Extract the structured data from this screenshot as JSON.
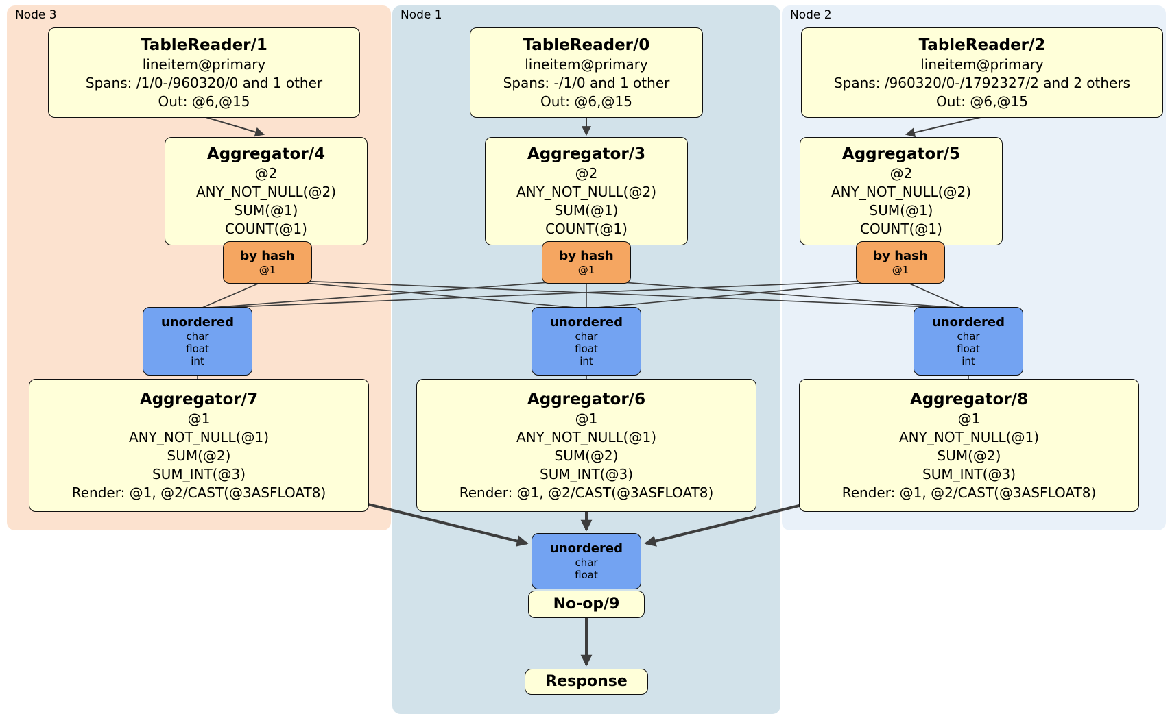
{
  "diagram": {
    "regions": [
      {
        "label": "Node 3"
      },
      {
        "label": "Node 1"
      },
      {
        "label": "Node 2"
      }
    ],
    "processors": {
      "tr1": {
        "title": "TableReader/1",
        "lines": [
          "lineitem@primary",
          "Spans: /1/0-/960320/0 and 1 other",
          "Out: @6,@15"
        ]
      },
      "tr0": {
        "title": "TableReader/0",
        "lines": [
          "lineitem@primary",
          "Spans: -/1/0 and 1 other",
          "Out: @6,@15"
        ]
      },
      "tr2": {
        "title": "TableReader/2",
        "lines": [
          "lineitem@primary",
          "Spans: /960320/0-/1792327/2 and 2 others",
          "Out: @6,@15"
        ]
      },
      "agg4": {
        "title": "Aggregator/4",
        "lines": [
          "@2",
          "ANY_NOT_NULL(@2)",
          "SUM(@1)",
          "COUNT(@1)"
        ]
      },
      "agg3": {
        "title": "Aggregator/3",
        "lines": [
          "@2",
          "ANY_NOT_NULL(@2)",
          "SUM(@1)",
          "COUNT(@1)"
        ]
      },
      "agg5": {
        "title": "Aggregator/5",
        "lines": [
          "@2",
          "ANY_NOT_NULL(@2)",
          "SUM(@1)",
          "COUNT(@1)"
        ]
      },
      "agg7": {
        "title": "Aggregator/7",
        "lines": [
          "@1",
          "ANY_NOT_NULL(@1)",
          "SUM(@2)",
          "SUM_INT(@3)",
          "Render: @1, @2/CAST(@3ASFLOAT8)"
        ]
      },
      "agg6": {
        "title": "Aggregator/6",
        "lines": [
          "@1",
          "ANY_NOT_NULL(@1)",
          "SUM(@2)",
          "SUM_INT(@3)",
          "Render: @1, @2/CAST(@3ASFLOAT8)"
        ]
      },
      "agg8": {
        "title": "Aggregator/8",
        "lines": [
          "@1",
          "ANY_NOT_NULL(@1)",
          "SUM(@2)",
          "SUM_INT(@3)",
          "Render: @1, @2/CAST(@3ASFLOAT8)"
        ]
      },
      "noop": {
        "title": "No-op/9"
      },
      "response": {
        "title": "Response"
      }
    },
    "routers": {
      "hashNode3": {
        "title": "by hash",
        "lines": [
          "@1"
        ]
      },
      "hashNode1": {
        "title": "by hash",
        "lines": [
          "@1"
        ]
      },
      "hashNode2": {
        "title": "by hash",
        "lines": [
          "@1"
        ]
      }
    },
    "synchronizers": {
      "unNode3": {
        "title": "unordered",
        "lines": [
          "char",
          "float",
          "int"
        ]
      },
      "unNode1": {
        "title": "unordered",
        "lines": [
          "char",
          "float",
          "int"
        ]
      },
      "unNode2": {
        "title": "unordered",
        "lines": [
          "char",
          "float",
          "int"
        ]
      },
      "unFinal": {
        "title": "unordered",
        "lines": [
          "char",
          "float"
        ]
      }
    },
    "colors": {
      "node3_bg": "#fce2cf",
      "node1_bg": "#d2e2ea",
      "node2_bg": "#e9f1f9",
      "processor_bg": "#ffffd9",
      "router_bg": "#f5a661",
      "synchronizer_bg": "#73a3f2",
      "edge": "#3d3d3d"
    }
  }
}
